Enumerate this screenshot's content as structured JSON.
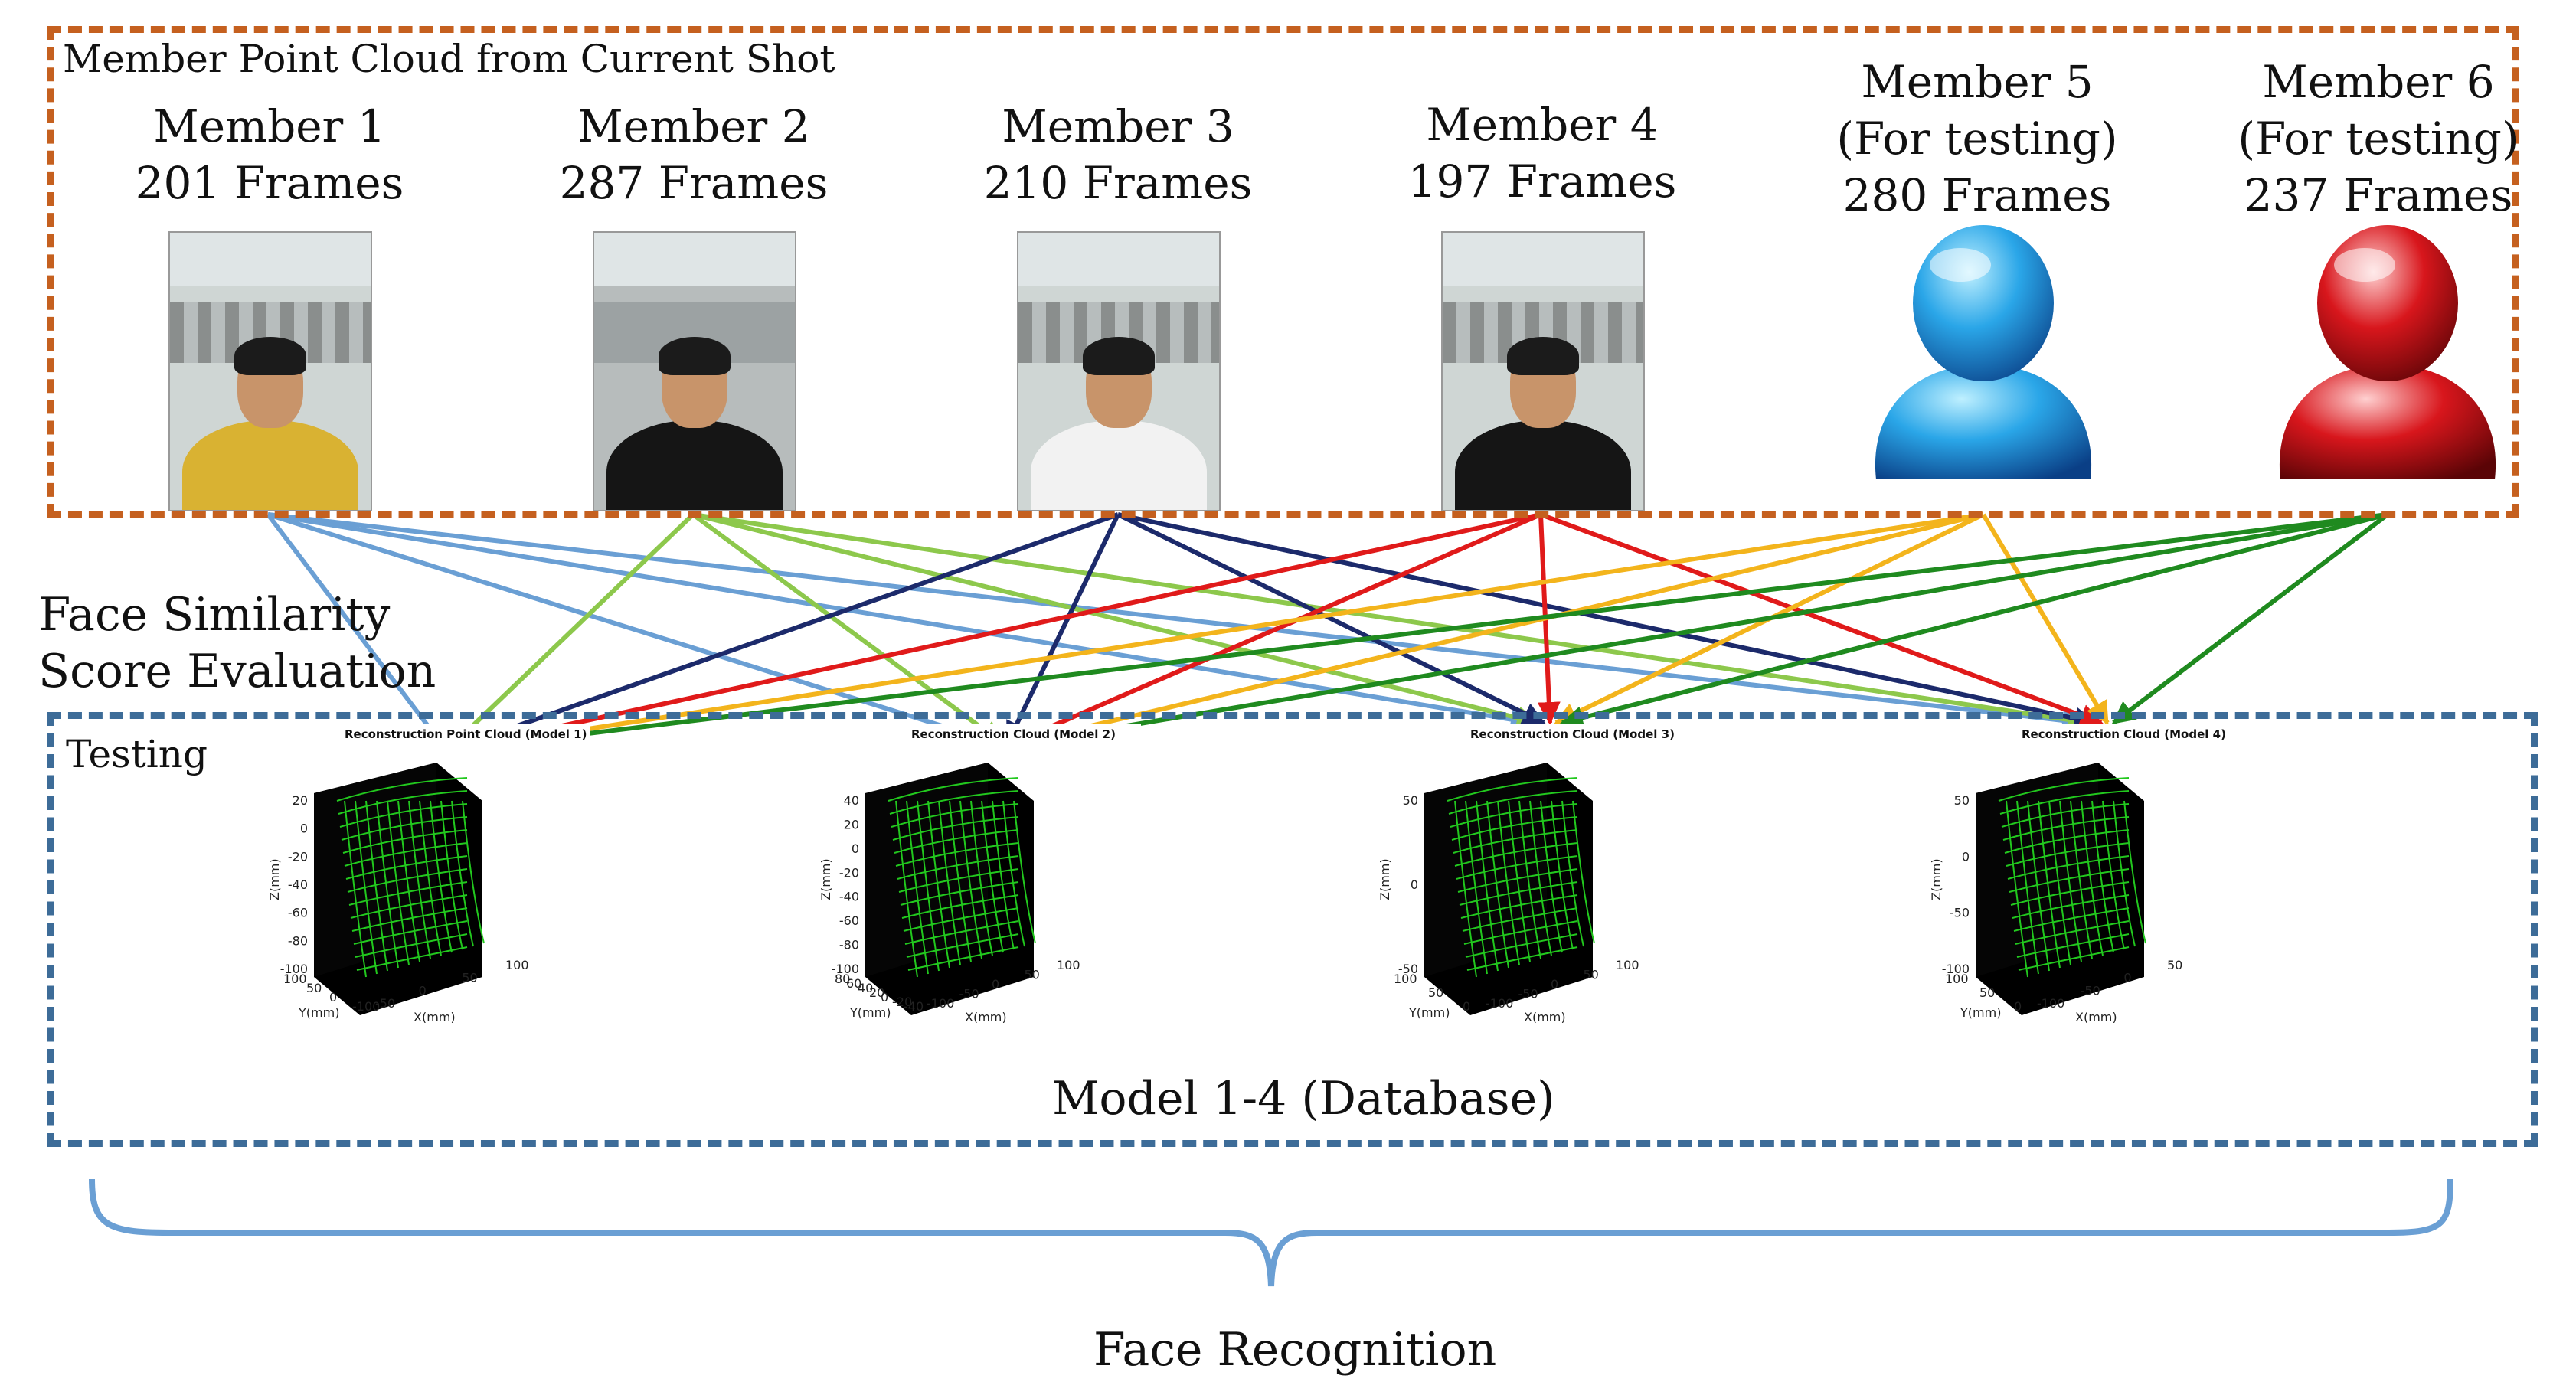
{
  "top_box_title": "Member Point Cloud from Current Shot",
  "members": [
    {
      "name": "Member 1",
      "frames": "201 Frames",
      "shirt": "#d9b232"
    },
    {
      "name": "Member 2",
      "frames": "287 Frames",
      "shirt": "#151515"
    },
    {
      "name": "Member 3",
      "frames": "210 Frames",
      "shirt": "#f2f2f2"
    },
    {
      "name": "Member 4",
      "frames": "197 Frames",
      "shirt": "#151515"
    },
    {
      "name": "Member 5",
      "note": "(For testing)",
      "frames": "280 Frames",
      "icon": "user-icon-blue",
      "color": "#1a8ed8"
    },
    {
      "name": "Member 6",
      "note": "(For testing)",
      "frames": "237 Frames",
      "icon": "user-icon-red",
      "color": "#c2141a"
    }
  ],
  "side_label_line1": "Face Similarity",
  "side_label_line2": "Score Evaluation",
  "bottom_box_title": "Testing Phase",
  "models": [
    {
      "title": "Reconstruction Point Cloud (Model 1)",
      "z_ticks": [
        "20",
        "0",
        "-20",
        "-40",
        "-60",
        "-80",
        "-100"
      ],
      "y_ticks": [
        "100",
        "50",
        "0",
        "-100"
      ],
      "x_ticks": [
        "-50",
        "0",
        "50",
        "100"
      ]
    },
    {
      "title": "Reconstruction Cloud (Model 2)",
      "z_ticks": [
        "40",
        "20",
        "0",
        "-20",
        "-40",
        "-60",
        "-80",
        "-100"
      ],
      "y_ticks": [
        "80",
        "60",
        "40",
        "20",
        "0",
        "-20",
        "-40"
      ],
      "x_ticks": [
        "-100",
        "-50",
        "0",
        "50",
        "100"
      ]
    },
    {
      "title": "Reconstruction Cloud (Model 3)",
      "z_ticks": [
        "50",
        "0",
        "-50"
      ],
      "y_ticks": [
        "100",
        "50",
        "0"
      ],
      "x_ticks": [
        "-100",
        "-50",
        "0",
        "50",
        "100"
      ]
    },
    {
      "title": "Reconstruction Cloud (Model 4)",
      "z_ticks": [
        "50",
        "0",
        "-50",
        "-100"
      ],
      "y_ticks": [
        "100",
        "50",
        "0"
      ],
      "x_ticks": [
        "-100",
        "-50",
        "0",
        "50"
      ]
    }
  ],
  "axis_labels": {
    "z": "Z(mm)",
    "y": "Y(mm)",
    "x": "X(mm)"
  },
  "database_label": "Model 1-4 (Database)",
  "bottom_label": "Face Recognition",
  "colors": {
    "top_box": "#c5601f",
    "bottom_box": "#3d6c98",
    "member1_lines": "#6a9fd4",
    "member2_lines": "#8dc84c",
    "member3_lines": "#1c2a6b",
    "member4_lines": "#e01a1a",
    "member5_lines": "#f3b41c",
    "member6_lines": "#1f8a1f",
    "point_cloud": "#22c81e",
    "brace": "#6a9fd4"
  }
}
